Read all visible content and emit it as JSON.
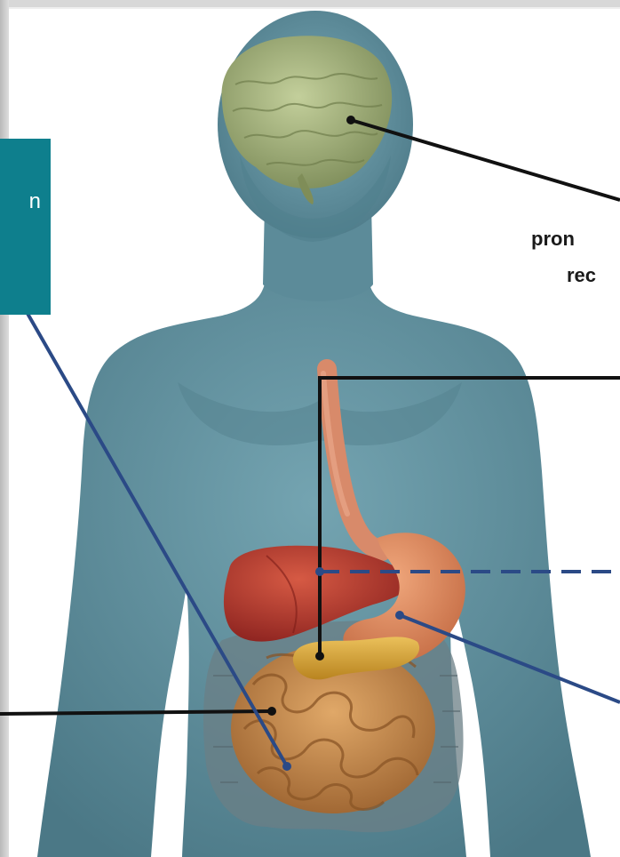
{
  "callout": {
    "text": "n"
  },
  "labels": {
    "line_1": "pron",
    "line_2": "rec"
  },
  "organs": [
    "brain",
    "esophagus",
    "liver",
    "stomach",
    "pancreas",
    "small-intestine",
    "large-intestine"
  ],
  "colors": {
    "body": "#5f8f9d",
    "body_shade": "#4a7684",
    "brain": "#9fae7a",
    "liver": "#b5322b",
    "stomach": "#e08a5f",
    "esophagus": "#d88a6a",
    "pancreas": "#d9a531",
    "intestine": "#c98a4a",
    "colon": "#6b7f86",
    "callout_box": "#0e7f8d",
    "line_black": "#111111",
    "line_blue": "#2b4a86"
  }
}
